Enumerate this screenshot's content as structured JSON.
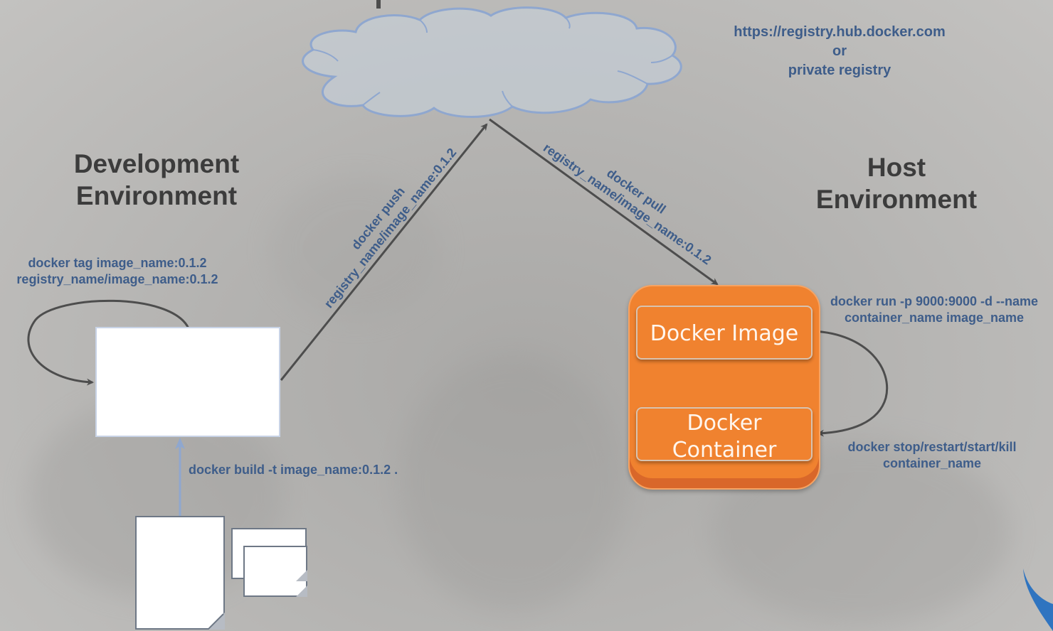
{
  "registry": {
    "line1": "https://registry.hub.docker.com",
    "line2": "or",
    "line3": "private registry"
  },
  "dev_env": {
    "line1": "Development",
    "line2": "Environment"
  },
  "host_env": {
    "line1": "Host",
    "line2": "Environment"
  },
  "commands": {
    "tag_line1": "docker tag image_name:0.1.2",
    "tag_line2": "registry_name/image_name:0.1.2",
    "push_line1": "docker push",
    "push_line2": "registry_name/image_name:0.1.2",
    "pull_line1": "docker pull",
    "pull_line2": "registry_name/image_name:0.1.2",
    "build": "docker build -t image_name:0.1.2 .",
    "run_line1": "docker run -p 9000:9000 -d --name",
    "run_line2": "container_name image_name",
    "stop_line1": "docker stop/restart/start/kill",
    "stop_line2": "container_name"
  },
  "host_box": {
    "image_label": "Docker Image",
    "container_line1": "Docker",
    "container_line2": "Container"
  },
  "colors": {
    "accent_orange": "#f0822f",
    "label_blue": "#3e5d8a",
    "heading_gray": "#3c3c3c"
  }
}
